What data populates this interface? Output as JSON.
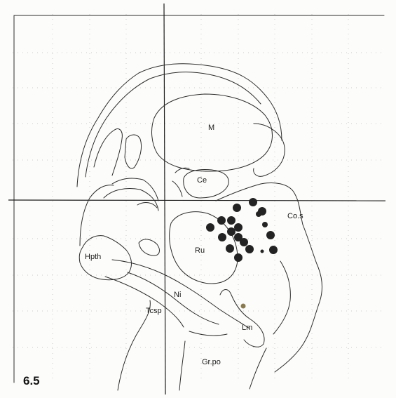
{
  "plate_number": "6.5",
  "labels": {
    "m": "M",
    "ce": "Ce",
    "cos": "Co.s",
    "ru": "Ru",
    "hpth": "Hpth",
    "ni": "Ni",
    "tcsp": "Tcsp",
    "lm": "Lm",
    "grpo": "Gr.po"
  },
  "colors": {
    "dot": "#232323",
    "small_dot": "#8a7a50",
    "line": "#2b2b2b"
  }
}
